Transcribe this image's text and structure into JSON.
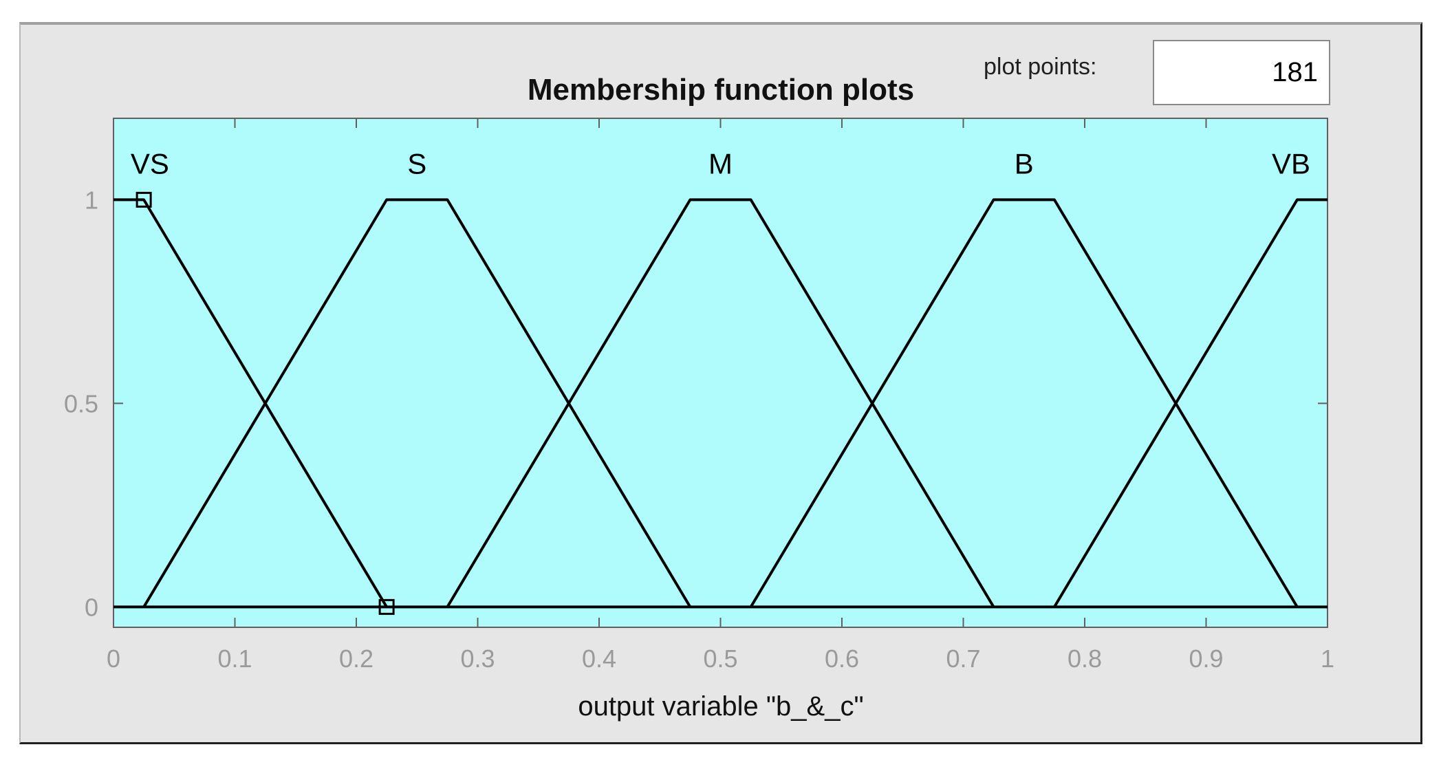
{
  "plot_points": {
    "label": "plot points:",
    "value": "181"
  },
  "colors": {
    "plot_background": "#b0fcfc",
    "panel_background": "#e6e6e6",
    "curve": "#000000",
    "tick_label": "#9a9a9a"
  },
  "chart_data": {
    "type": "line",
    "title": "Membership function plots",
    "xlabel": "output variable \"b_&_c\"",
    "ylabel": "",
    "xlim": [
      0,
      1
    ],
    "ylim": [
      -0.05,
      1.2
    ],
    "x_ticks": [
      "0",
      "0.1",
      "0.2",
      "0.3",
      "0.4",
      "0.5",
      "0.6",
      "0.7",
      "0.8",
      "0.9",
      "1"
    ],
    "y_ticks": [
      "0",
      "0.5",
      "1"
    ],
    "grid": false,
    "series": [
      {
        "name": "VS",
        "mf_type": "trapezoidal",
        "x": [
          0,
          0.025,
          0.225
        ],
        "y": [
          1,
          1,
          0
        ]
      },
      {
        "name": "S",
        "mf_type": "trapezoidal",
        "x": [
          0.025,
          0.225,
          0.275,
          0.475
        ],
        "y": [
          0,
          1,
          1,
          0
        ]
      },
      {
        "name": "M",
        "mf_type": "trapezoidal",
        "x": [
          0.275,
          0.475,
          0.525,
          0.725
        ],
        "y": [
          0,
          1,
          1,
          0
        ]
      },
      {
        "name": "B",
        "mf_type": "trapezoidal",
        "x": [
          0.525,
          0.725,
          0.775,
          0.975
        ],
        "y": [
          0,
          1,
          1,
          0
        ]
      },
      {
        "name": "VB",
        "mf_type": "trapezoidal",
        "x": [
          0.775,
          0.975,
          1
        ],
        "y": [
          0,
          1,
          1
        ]
      }
    ],
    "selected_series": "VS",
    "selection_markers": [
      {
        "x": 0.025,
        "y": 1
      },
      {
        "x": 0.225,
        "y": 0
      }
    ],
    "mf_label_positions": [
      {
        "name": "VS",
        "x": 0.03
      },
      {
        "name": "S",
        "x": 0.25
      },
      {
        "name": "M",
        "x": 0.5
      },
      {
        "name": "B",
        "x": 0.75
      },
      {
        "name": "VB",
        "x": 0.97
      }
    ]
  }
}
